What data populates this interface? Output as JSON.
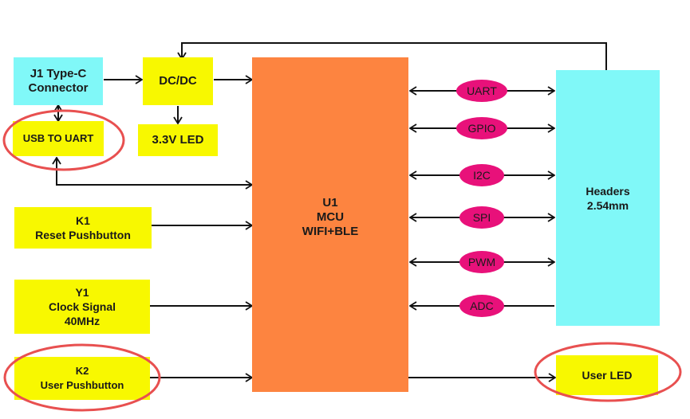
{
  "colors": {
    "connector": "#80f8f8",
    "block": "#f8f800",
    "mcu": "#fd8440",
    "headers": "#80f8f8",
    "bus_pill": "#e8117a",
    "highlight_ring": "#e85050"
  },
  "blocks": {
    "j1": {
      "line1": "J1 Type-C",
      "line2": "Connector"
    },
    "dcdc": {
      "label": "DC/DC"
    },
    "led33": {
      "label": "3.3V LED"
    },
    "usb_uart": {
      "label": "USB TO UART"
    },
    "k1": {
      "line1": "K1",
      "line2": "Reset Pushbutton"
    },
    "y1": {
      "line1": "Y1",
      "line2": "Clock Signal",
      "line3": "40MHz"
    },
    "k2": {
      "line1": "K2",
      "line2": "User Pushbutton"
    },
    "mcu": {
      "line1": "U1",
      "line2": "MCU",
      "line3": "WIFI+BLE"
    },
    "headers": {
      "line1": "Headers",
      "line2": "2.54mm"
    },
    "user_led": {
      "label": "User LED"
    }
  },
  "buses": [
    {
      "label": "UART",
      "direction": "bidirectional"
    },
    {
      "label": "GPIO",
      "direction": "bidirectional"
    },
    {
      "label": "I2C",
      "direction": "bidirectional"
    },
    {
      "label": "SPI",
      "direction": "bidirectional"
    },
    {
      "label": "PWM",
      "direction": "bidirectional"
    },
    {
      "label": "ADC",
      "direction": "to-mcu"
    }
  ],
  "highlighted": [
    "USB TO UART",
    "User Pushbutton",
    "User LED"
  ]
}
